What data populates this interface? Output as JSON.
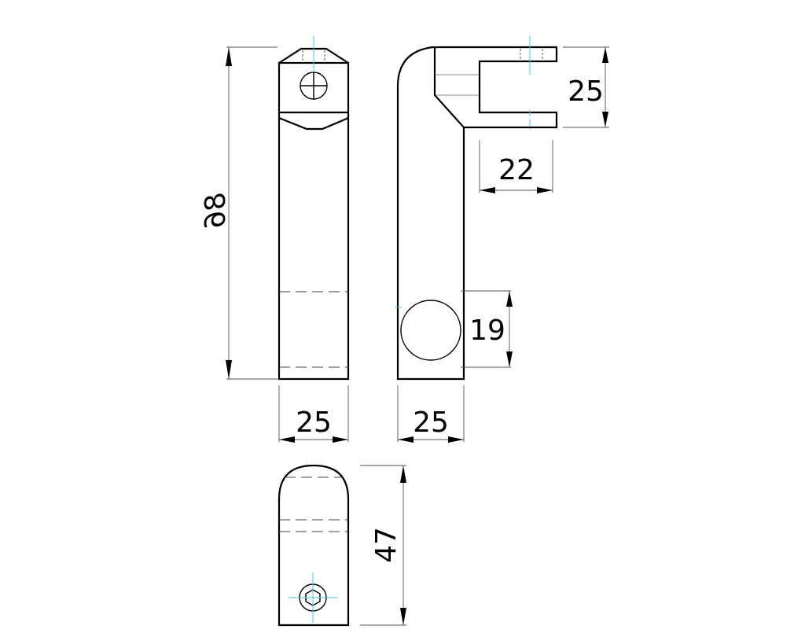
{
  "drawing": {
    "title": "Mounting bracket technical drawing",
    "colors": {
      "outline": "#000000",
      "centerline": "#4fc3e8",
      "hidden_line": "#444444",
      "dimension_line": "#555555"
    },
    "views": [
      {
        "name": "front-view"
      },
      {
        "name": "side-view"
      },
      {
        "name": "top-view"
      }
    ],
    "dimensions": {
      "front_height": "86",
      "front_width": "25",
      "side_width": "25",
      "slot_height": "25",
      "slot_depth": "22",
      "hole_diameter": "19",
      "top_length": "47"
    }
  }
}
